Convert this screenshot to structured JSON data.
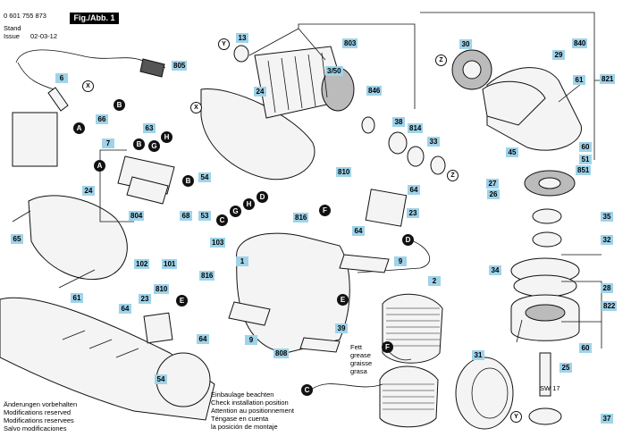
{
  "header": {
    "part_number": "0 601 755 873",
    "stand_label": "Stand",
    "issue_label": "Issue",
    "issue_date": "02-03-12",
    "figure": "Fig./Abb. 1"
  },
  "notes": {
    "modifications": [
      "Änderungen vorbehalten",
      "Modifications reserved",
      "Modifications reservees",
      "Salvo modificaciones"
    ],
    "installation": [
      "Einbaulage beachten",
      "Check installation position",
      "Attention au positionnement",
      "Téngase en cuenta",
      "la posición de montaje"
    ],
    "grease": [
      "Fett",
      "grease",
      "graisse",
      "grasa"
    ],
    "wrench_size": "SW 17"
  },
  "part_labels": {
    "p805": "805",
    "p6": "6",
    "p13": "13",
    "p803": "803",
    "p3_50": "3/50",
    "p24a": "24",
    "p24b": "24",
    "p66": "66",
    "p63": "63",
    "p7": "7",
    "p846": "846",
    "p38": "38",
    "p814": "814",
    "p33": "33",
    "p30": "30",
    "p840": "840",
    "p29": "29",
    "p821": "821",
    "p61a": "61",
    "p60a": "60",
    "p851": "851",
    "p51": "51",
    "p45": "45",
    "p27": "27",
    "p26": "26",
    "p810a": "810",
    "p64a": "64",
    "p23a": "23",
    "p54": "54",
    "p804": "804",
    "p68": "68",
    "p53": "53",
    "p816a": "816",
    "p64b": "64",
    "p65": "65",
    "p103": "103",
    "p1": "1",
    "p9a": "9",
    "p102": "102",
    "p101": "101",
    "p61b": "61",
    "p816b": "816",
    "p810b": "810",
    "p23b": "23",
    "p64c": "64",
    "p64d": "64",
    "p2": "2",
    "p9b": "9",
    "p39": "39",
    "p808": "808",
    "p35": "35",
    "p32": "32",
    "p34": "34",
    "p28": "28",
    "p822": "822",
    "p60b": "60",
    "p31": "31",
    "p25": "25",
    "p37": "37",
    "p54b": "54"
  },
  "callouts": {
    "A1": "A",
    "A2": "A",
    "B1": "B",
    "B2": "B",
    "B3": "B",
    "C1": "C",
    "C2": "C",
    "D1": "D",
    "D2": "D",
    "E1": "E",
    "E2": "E",
    "F1": "F",
    "F2": "F",
    "G1": "G",
    "G2": "G",
    "H1": "H",
    "H2": "H",
    "X1": "X",
    "X2": "X",
    "Y1": "Y",
    "Y2": "Y",
    "Z1": "Z",
    "Z2": "Z"
  }
}
